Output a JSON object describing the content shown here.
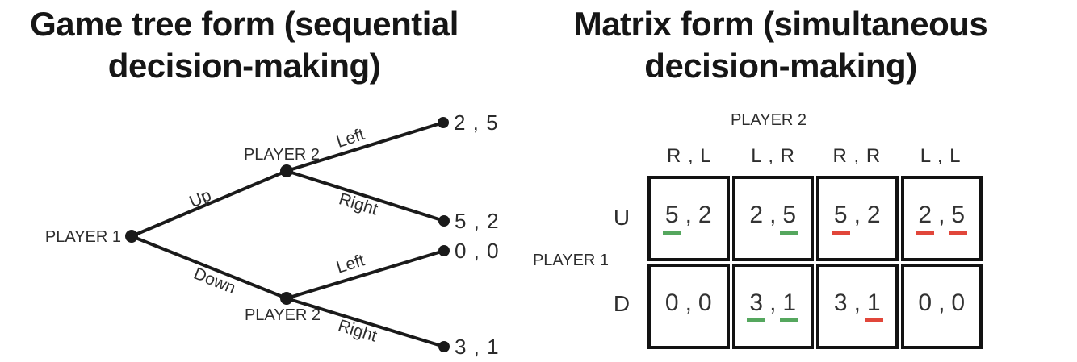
{
  "titles": {
    "left": {
      "line1": "Game tree form (sequential",
      "line2": "decision-making)"
    },
    "right": {
      "line1": "Matrix form (simultaneous",
      "line2": "decision-making)"
    }
  },
  "tree": {
    "player1_label": "PLAYER 1",
    "player2_upper_label": "PLAYER 2",
    "player2_lower_label": "PLAYER 2",
    "branches": {
      "up": "Up",
      "down": "Down",
      "upper_left": "Left",
      "upper_right": "Right",
      "lower_left": "Left",
      "lower_right": "Right"
    },
    "payoffs": {
      "up_left": "2 , 5",
      "up_right": "5 , 2",
      "down_left": "0 , 0",
      "down_right": "3 , 1"
    }
  },
  "matrix": {
    "player2_label": "PLAYER 2",
    "player1_label": "PLAYER 1",
    "separator": ",",
    "col_headers": [
      "R , L",
      "L , R",
      "R , R",
      "L , L"
    ],
    "row_labels": [
      "U",
      "D"
    ],
    "rows": [
      {
        "cells": [
          {
            "p1": "5",
            "p2": "2",
            "u1": "green",
            "u2": "none"
          },
          {
            "p1": "2",
            "p2": "5",
            "u1": "none",
            "u2": "green"
          },
          {
            "p1": "5",
            "p2": "2",
            "u1": "red",
            "u2": "none"
          },
          {
            "p1": "2",
            "p2": "5",
            "u1": "red",
            "u2": "red"
          }
        ]
      },
      {
        "cells": [
          {
            "p1": "0",
            "p2": "0",
            "u1": "none",
            "u2": "none"
          },
          {
            "p1": "3",
            "p2": "1",
            "u1": "green",
            "u2": "green"
          },
          {
            "p1": "3",
            "p2": "1",
            "u1": "none",
            "u2": "red"
          },
          {
            "p1": "0",
            "p2": "0",
            "u1": "none",
            "u2": "none"
          }
        ]
      }
    ]
  },
  "colors": {
    "best_response_green": "#55a75e",
    "dominated_red": "#e1463a",
    "line_black": "#1a1a1a",
    "text_dark": "#2d2d2d"
  }
}
